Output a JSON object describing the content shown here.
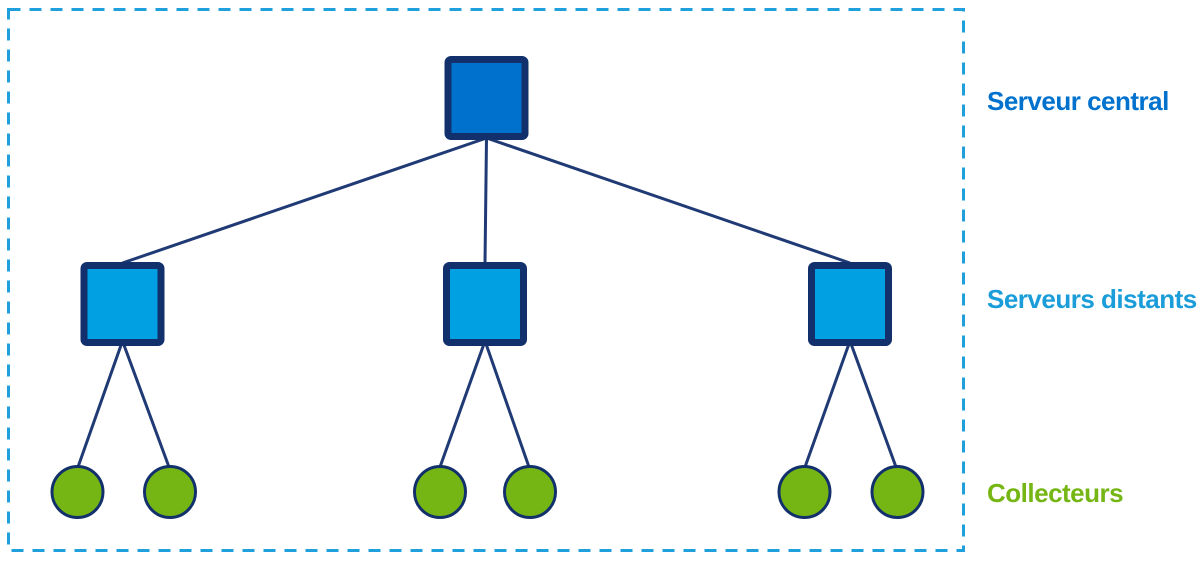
{
  "diagram": {
    "boundary_color": "#1FA0DC",
    "connector_color": "#1F3A74",
    "node_border_color": "#12306B",
    "levels": [
      {
        "name": "central",
        "label": "Serveur central",
        "label_color": "#0072CE",
        "node_fill": "#0072CE",
        "node_shape": "square",
        "node_count": 1
      },
      {
        "name": "distants",
        "label": "Serveurs distants",
        "label_color": "#1B9DD9",
        "node_fill": "#00A0E3",
        "node_shape": "square",
        "node_count": 3
      },
      {
        "name": "collecteurs",
        "label": "Collecteurs",
        "label_color": "#76B614",
        "node_fill": "#76B614",
        "node_shape": "circle",
        "node_count": 6
      }
    ],
    "structure": {
      "root": "central",
      "children_per_central": 3,
      "children_per_distant": 2
    }
  }
}
